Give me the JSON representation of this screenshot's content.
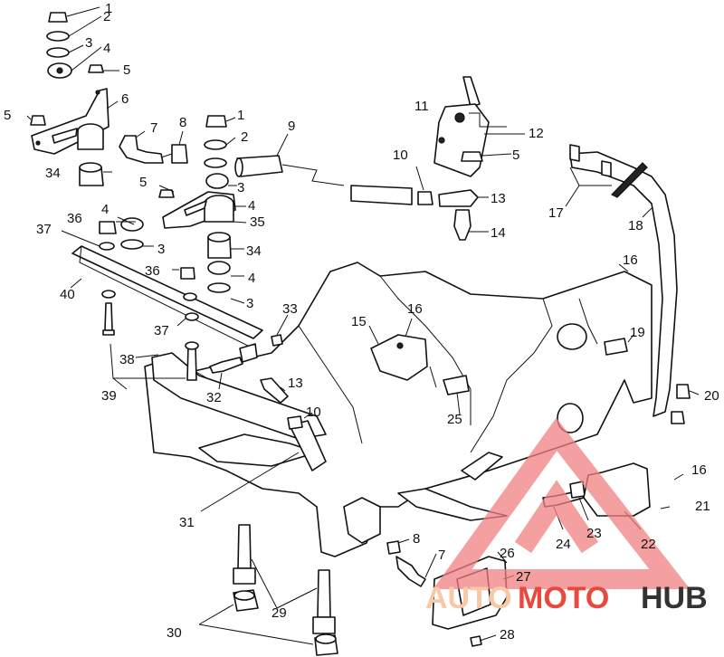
{
  "callouts": [
    {
      "id": "c1a",
      "text": "1"
    },
    {
      "id": "c2a",
      "text": "2"
    },
    {
      "id": "c3a",
      "text": "3"
    },
    {
      "id": "c4a",
      "text": "4"
    },
    {
      "id": "c5a",
      "text": "5"
    },
    {
      "id": "c6",
      "text": "6"
    },
    {
      "id": "c5b",
      "text": "5"
    },
    {
      "id": "c7a",
      "text": "7"
    },
    {
      "id": "c8a",
      "text": "8"
    },
    {
      "id": "c1b",
      "text": "1"
    },
    {
      "id": "c2b",
      "text": "2"
    },
    {
      "id": "c9",
      "text": "9"
    },
    {
      "id": "c11",
      "text": "11"
    },
    {
      "id": "c12",
      "text": "12"
    },
    {
      "id": "c10a",
      "text": "10"
    },
    {
      "id": "c5c",
      "text": "5"
    },
    {
      "id": "c34a",
      "text": "34"
    },
    {
      "id": "c5d",
      "text": "5"
    },
    {
      "id": "c3b",
      "text": "3"
    },
    {
      "id": "c4b",
      "text": "4"
    },
    {
      "id": "c35",
      "text": "35"
    },
    {
      "id": "c13a",
      "text": "13"
    },
    {
      "id": "c14",
      "text": "14"
    },
    {
      "id": "c17",
      "text": "17"
    },
    {
      "id": "c18",
      "text": "18"
    },
    {
      "id": "c36a",
      "text": "36"
    },
    {
      "id": "c4c",
      "text": "4"
    },
    {
      "id": "c37a",
      "text": "37"
    },
    {
      "id": "c3c",
      "text": "3"
    },
    {
      "id": "c34b",
      "text": "34"
    },
    {
      "id": "c36b",
      "text": "36"
    },
    {
      "id": "c4d",
      "text": "4"
    },
    {
      "id": "c16a",
      "text": "16"
    },
    {
      "id": "c40",
      "text": "40"
    },
    {
      "id": "c3d",
      "text": "3"
    },
    {
      "id": "c33",
      "text": "33"
    },
    {
      "id": "c16b",
      "text": "16"
    },
    {
      "id": "c15",
      "text": "15"
    },
    {
      "id": "c37b",
      "text": "37"
    },
    {
      "id": "c19",
      "text": "19"
    },
    {
      "id": "c38",
      "text": "38"
    },
    {
      "id": "c39",
      "text": "39"
    },
    {
      "id": "c32",
      "text": "32"
    },
    {
      "id": "c13b",
      "text": "13"
    },
    {
      "id": "c20",
      "text": "20"
    },
    {
      "id": "c10b",
      "text": "10"
    },
    {
      "id": "c25",
      "text": "25"
    },
    {
      "id": "c16c",
      "text": "16"
    },
    {
      "id": "c21",
      "text": "21"
    },
    {
      "id": "c31",
      "text": "31"
    },
    {
      "id": "c24",
      "text": "24"
    },
    {
      "id": "c23",
      "text": "23"
    },
    {
      "id": "c22",
      "text": "22"
    },
    {
      "id": "c8b",
      "text": "8"
    },
    {
      "id": "c7b",
      "text": "7"
    },
    {
      "id": "c26",
      "text": "26"
    },
    {
      "id": "c27",
      "text": "27"
    },
    {
      "id": "c29",
      "text": "29"
    },
    {
      "id": "c30",
      "text": "30"
    },
    {
      "id": "c28",
      "text": "28"
    }
  ],
  "watermark": {
    "word_a": "AUTO",
    "word_b": "MOTO",
    "word_c": "HUB",
    "color_a": "#f7c9a6",
    "color_b": "#e8483d",
    "color_c": "#333333"
  }
}
